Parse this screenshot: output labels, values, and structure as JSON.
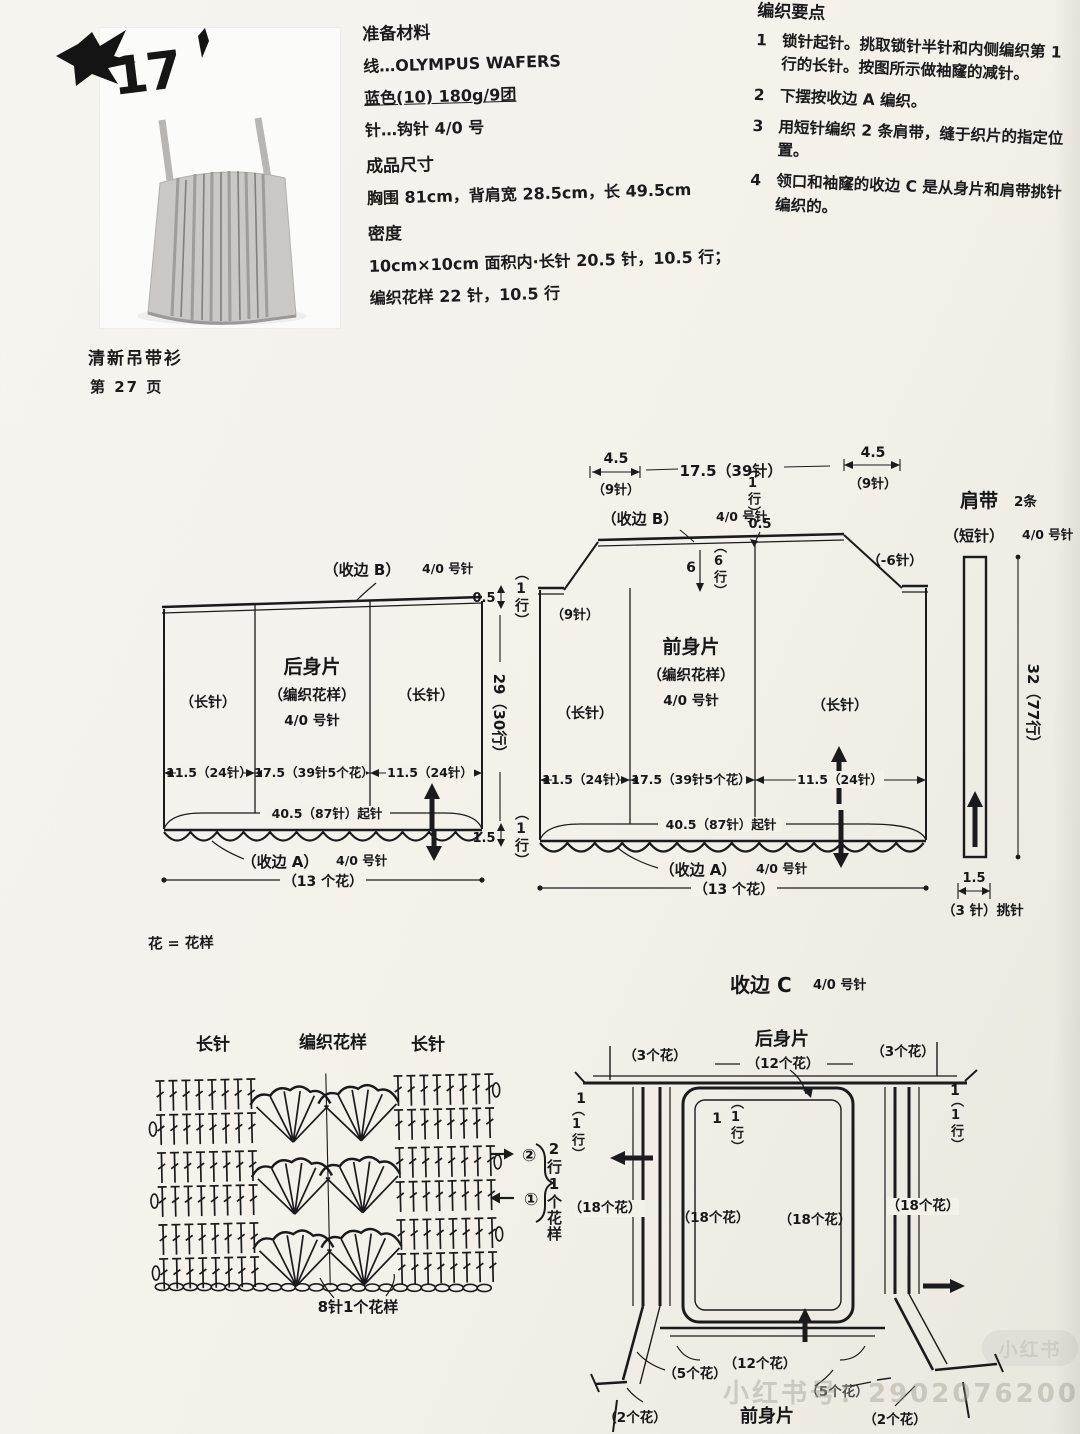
{
  "photo": {
    "number": "17",
    "caption_title": "清新吊带衫",
    "caption_page": "第 27 页"
  },
  "materials": {
    "heading": "准备材料",
    "yarn": "线…OLYMPUS WAFERS",
    "yarn_qty": "蓝色(10) 180g/9团",
    "hook": "针…钩针 4/0 号",
    "size_heading": "成品尺寸",
    "size": "胸围 81cm，背肩宽 28.5cm，长 49.5cm",
    "gauge_heading": "密度",
    "gauge1": "10cm×10cm 面积内·长针 20.5 针，10.5 行；",
    "gauge2": "编织花样 22 针，10.5 行"
  },
  "keypoints": {
    "heading": "编织要点",
    "items": [
      {
        "num": "1",
        "text": "锁针起针。挑取锁针半针和内侧编织第 1 行的长针。按图所示做袖窿的减针。"
      },
      {
        "num": "2",
        "text": "下摆按收边 A 编织。"
      },
      {
        "num": "3",
        "text": "用短针编织 2 条肩带，缝于织片的指定位置。"
      },
      {
        "num": "4",
        "text": "领口和袖窿的收边 C 是从身片和肩带挑针编织的。"
      }
    ]
  },
  "back": {
    "edge_b": "（收边 B）",
    "edge_b_hook": "4/0 号针",
    "v05": "0.5",
    "row1a": "（1行）",
    "title": "后身片",
    "subtitle": "（编织花样）",
    "hook": "4/0 号针",
    "left_col": "（长针）",
    "right_col": "（长针）",
    "height_label": "29（30行）",
    "w_left": "11.5（24针）",
    "w_mid": "17.5（39针5个花）",
    "w_right": "11.5（24针）",
    "cast_on": "40.5（87针）起针",
    "v15": "1.5",
    "row1b": "（1行）",
    "edge_a": "（收边 A）",
    "edge_a_hook": "4/0 号针",
    "motifs": "（13 个花）"
  },
  "front": {
    "tl_w": "4.5",
    "tl_sts": "（9针）",
    "tm_w": "17.5（39针）",
    "row1": "（1行）",
    "tr_w": "4.5",
    "tr_sts": "（9针）",
    "edge_b": "（收边 B）",
    "edge_b_hook": "4/0 号针",
    "v05": "0.5",
    "v6": "6",
    "rows6": "（6行）",
    "minus6": "（-6针）",
    "sts9": "（9针）",
    "title": "前身片",
    "subtitle": "（编织花样）",
    "hook": "4/0 号针",
    "left_col": "（长针）",
    "right_col": "（长针）",
    "w_left": "11.5（24针）",
    "w_mid": "17.5（39针5个花）",
    "w_right": "11.5（24针）",
    "cast_on": "40.5（87针）起针",
    "edge_a": "（收边 A）",
    "edge_a_hook": "4/0 号针",
    "motifs": "（13 个花）"
  },
  "strap": {
    "title": "肩带",
    "count": "2条",
    "stitch": "（短针）",
    "hook": "4/0 号针",
    "length_label": "32（77行）",
    "width": "1.5",
    "pickup": "（3 针）挑针"
  },
  "note": {
    "text": "花 = 花样"
  },
  "chart": {
    "label_left": "长针",
    "label_mid": "编织花样",
    "label_right": "长针",
    "row2_mark": "②",
    "row1_mark": "①",
    "repeat_v": "2行1个花样",
    "repeat_h": "8针1个花样"
  },
  "edge_c": {
    "title": "收边 C",
    "hook": "4/0 号针",
    "back_label": "后身片",
    "front_label": "前身片",
    "m3": "（3个花）",
    "m12": "（12个花）",
    "one": "1",
    "one_rows": "（1行）",
    "m18": "（18个花）",
    "m5": "（5个花）",
    "m2": "（2个花）"
  },
  "watermark": {
    "badge": "小红书",
    "id_text": "小红书号：2902076200"
  }
}
